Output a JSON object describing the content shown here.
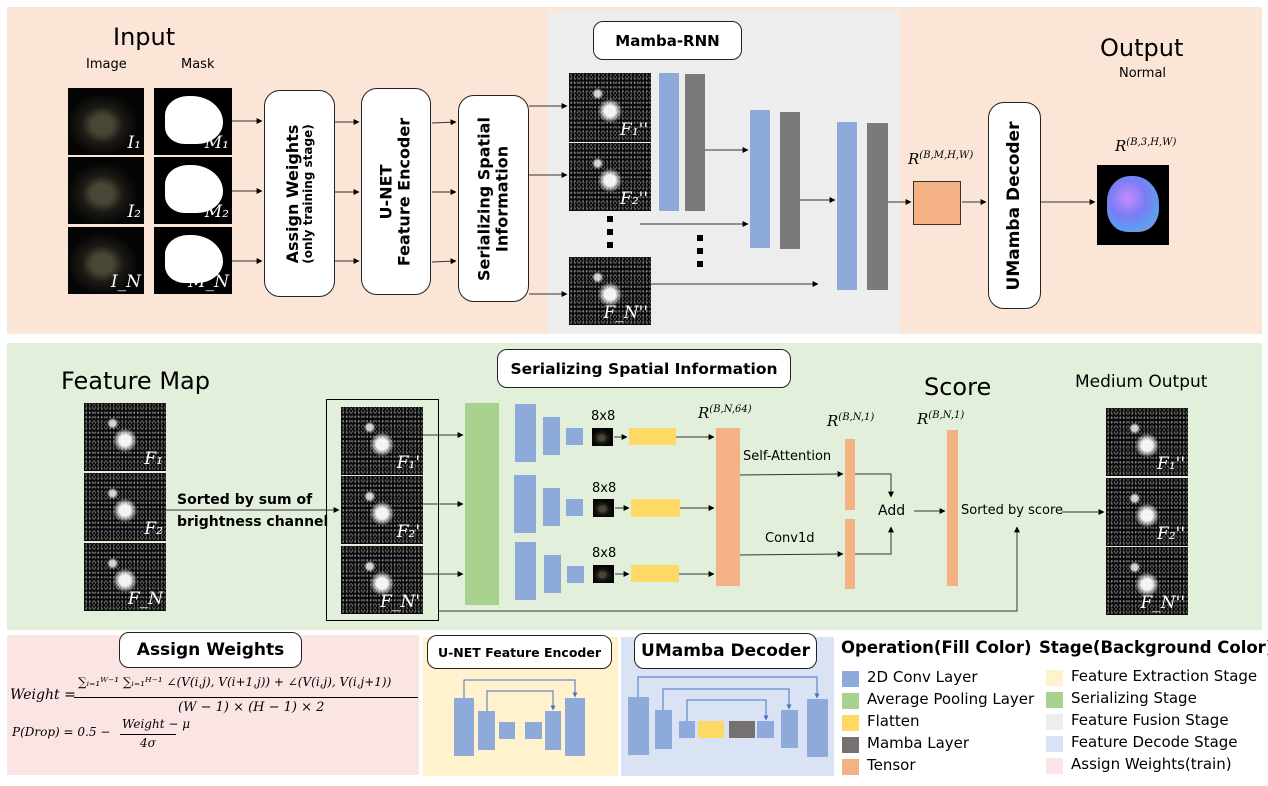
{
  "top_panel": {
    "input_title": "Input",
    "image_label": "Image",
    "mask_label": "Mask",
    "images": [
      "I₁",
      "I₂",
      "I_N"
    ],
    "masks": [
      "M₁",
      "M₂",
      "M_N"
    ],
    "assign_weights_box": {
      "line1": "Assign Weights",
      "line2": "(only training stage)"
    },
    "unet_box": {
      "line1": "U-NET",
      "line2": "Feature Encoder"
    },
    "serializing_box": {
      "line1": "Serializing Spatial",
      "line2": "Information"
    },
    "mamba_rnn_title": "Mamba-RNN",
    "features": [
      "F₁''",
      "F₂''",
      "F_N''"
    ],
    "tensor_label": "R(B,M,H,W)",
    "tensor_label_base": "R",
    "tensor_label_sup": "(B,M,H,W)",
    "decoder_box": "UMamba Decoder",
    "output_title": "Output",
    "output_sub": "Normal",
    "output_label_base": "R",
    "output_label_sup": "(B,3,H,W)"
  },
  "middle_panel": {
    "feature_map_title": "Feature Map",
    "feature_maps": [
      "F₁",
      "F₂",
      "F_N"
    ],
    "sort_label_line1": "Sorted by sum of",
    "sort_label_line2": "brightness channel",
    "sorted_maps": [
      "F₁'",
      "F₂'",
      "F_N'"
    ],
    "title": "Serializing Spatial Information",
    "patch_labels": [
      "8x8",
      "8x8",
      "8x8"
    ],
    "tensor64_base": "R",
    "tensor64_sup": "(B,N,64)",
    "self_attention": "Self-Attention",
    "conv1d": "Conv1d",
    "bn1_base": "R",
    "bn1_sup": "(B,N,1)",
    "add": "Add",
    "score_title": "Score",
    "score_base": "R",
    "score_sup": "(B,N,1)",
    "sorted_by_score": "Sorted by score",
    "medium_output_title": "Medium Output",
    "medium_outputs": [
      "F₁''",
      "F₂''",
      "F_N''"
    ]
  },
  "bottom": {
    "assign_weights_title": "Assign Weights",
    "formula_weight_lhs": "Weight =",
    "formula_weight_num": "∑ᵢ₌₁ᵂ⁻¹ ∑ᵢ₌₁ᴴ⁻¹ ∠(V(i,j), V(i+1,j)) + ∠(V(i,j), V(i,j+1))",
    "formula_weight_den": "(W − 1) × (H − 1) × 2",
    "formula_drop_lhs": "P(Drop) = 0.5 −",
    "formula_drop_num": "Weight − μ",
    "formula_drop_den": "4σ",
    "unet_title": "U-NET Feature Encoder",
    "umamba_title": "UMamba Decoder"
  },
  "legend": {
    "operation_title": "Operation(Fill Color)",
    "operations": [
      {
        "label": "2D Conv Layer",
        "color": "#8eaadb"
      },
      {
        "label": "Average Pooling Layer",
        "color": "#a9d18e"
      },
      {
        "label": "Flatten",
        "color": "#ffd966"
      },
      {
        "label": "Mamba Layer",
        "color": "#767171"
      },
      {
        "label": "Tensor",
        "color": "#f4b183"
      }
    ],
    "stage_title": "Stage(Background Color)",
    "stages": [
      {
        "label": "Feature Extraction Stage",
        "color": "#fff2cc"
      },
      {
        "label": "Serializing Stage",
        "color": "#a9d18e"
      },
      {
        "label": "Feature Fusion Stage",
        "color": "#ededed"
      },
      {
        "label": "Feature Decode Stage",
        "color": "#dae3f3"
      },
      {
        "label": "Assign Weights(train)",
        "color": "#fbe5e4"
      }
    ]
  },
  "colors": {
    "top_bg": "#fbe5d6",
    "fusion_bg": "#ededed",
    "middle_bg": "#e2efda",
    "assign_bg": "#fbe5e4",
    "unet_bg": "#fff2cc",
    "decoder_bg": "#dae3f3"
  }
}
